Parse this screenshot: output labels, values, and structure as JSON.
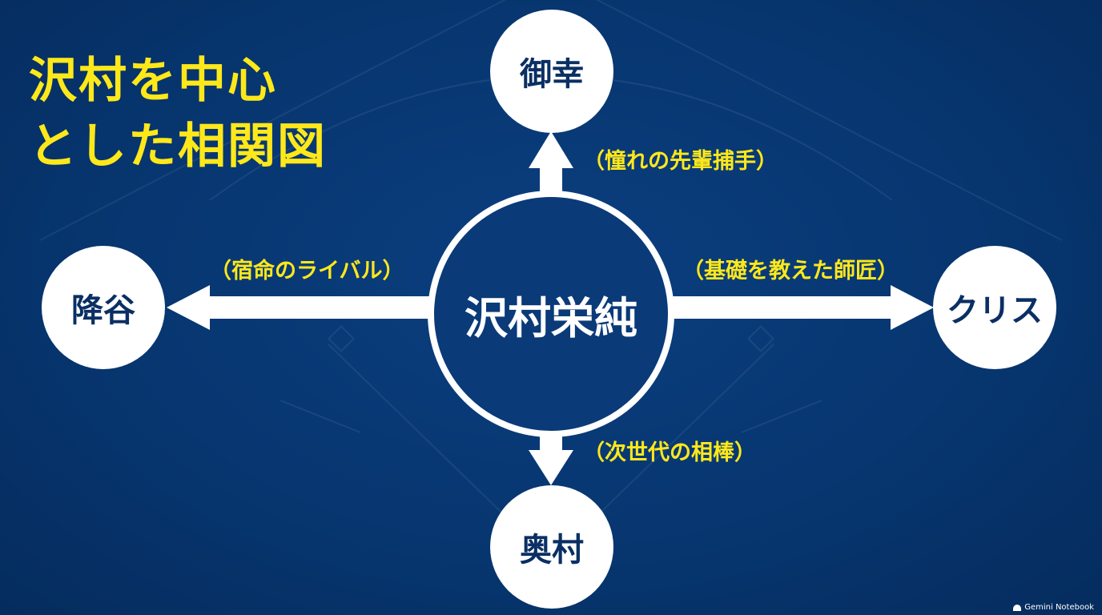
{
  "title": {
    "line1": "沢村を中心",
    "line2": "とした相関図"
  },
  "center": {
    "name": "沢村栄純"
  },
  "nodes": {
    "top": {
      "name": "御幸",
      "relation": "（憧れの先輩捕手）"
    },
    "left": {
      "name": "降谷",
      "relation": "（宿命のライバル）"
    },
    "right": {
      "name": "クリス",
      "relation": "（基礎を教えた師匠）"
    },
    "bottom": {
      "name": "奥村",
      "relation": "（次世代の相棒）"
    }
  },
  "watermark": "Gemini Notebook",
  "colors": {
    "background": "#07356e",
    "accent_yellow": "#ffe81a",
    "node_fill": "#ffffff",
    "node_text": "#0a2f63",
    "arrow": "#ffffff"
  }
}
